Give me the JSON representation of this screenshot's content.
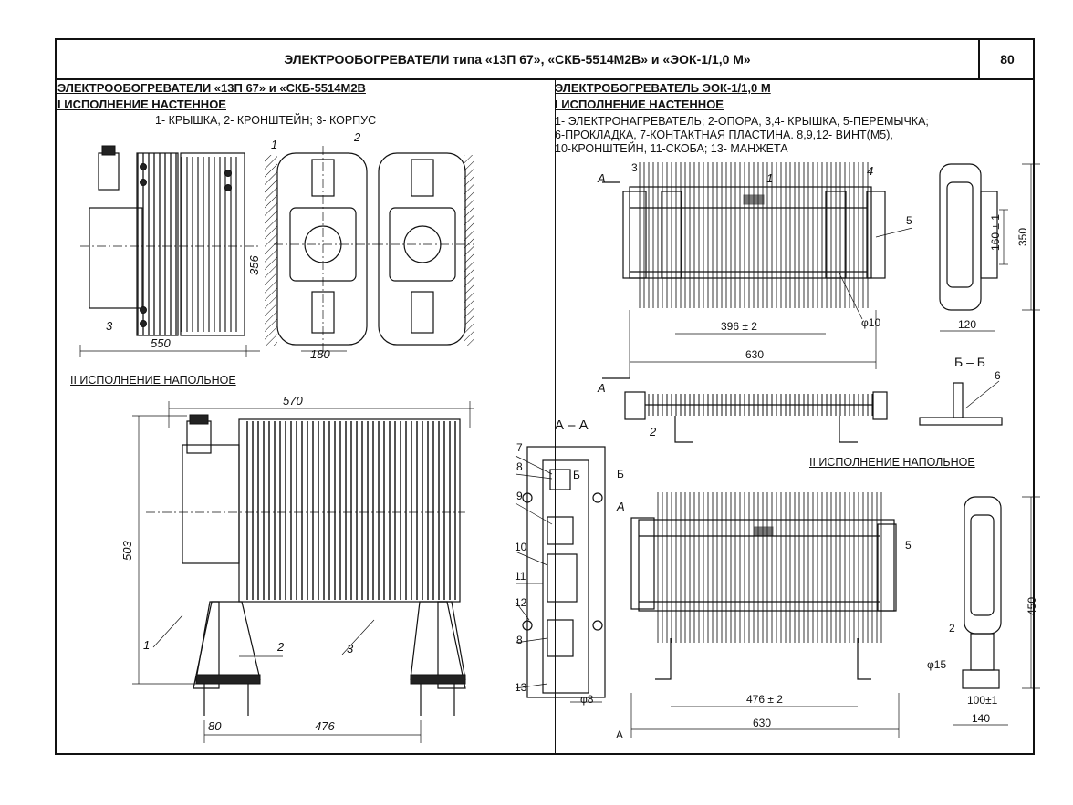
{
  "header": {
    "title": "ЭЛЕКТРООБОГРЕВАТЕЛИ типа «13П 67», «СКБ-5514М2В» и «ЭОК-1/1,0 М»",
    "page_number": "80"
  },
  "left": {
    "heading": "ЭЛЕКТРООБОГРЕВАТЕЛИ «13П 67» и «СКБ-5514М2В",
    "wall_heading": "I ИСПОЛНЕНИЕ НАСТЕННОЕ",
    "wall_legend": "1- КРЫШКА, 2- КРОНШТЕЙН; 3- КОРПУС",
    "floor_heading": "II ИСПОЛНЕНИЕ НАПОЛЬНОЕ",
    "dims": {
      "w550": "550",
      "h356": "356",
      "w180": "180",
      "w570": "570",
      "h503": "503",
      "d80": "80",
      "d476": "476"
    },
    "callouts": {
      "c1": "1",
      "c2": "2",
      "c3": "3"
    }
  },
  "right": {
    "heading": "ЭЛЕКТРОБОГРЕВАТЕЛЬ ЭОК-1/1,0 М",
    "wall_heading": "I ИСПОЛНЕНИЕ НАСТЕННОЕ",
    "legend": [
      "1- ЭЛЕКТРОНАГРЕВАТЕЛЬ; 2-ОПОРА, 3,4- КРЫШКА, 5-ПЕРЕМЫЧКА;",
      "6-ПРОКЛАДКА, 7-КОНТАКТНАЯ ПЛАСТИНА. 8,9,12- ВИНТ(М5),",
      "10-КРОНШТЕЙН, 11-СКОБА; 13- МАНЖЕТА"
    ],
    "floor_heading": "II ИСПОЛНЕНИЕ НАПОЛЬНОЕ",
    "section_aa": "А – А",
    "section_bb": "Б – Б",
    "marks": {
      "a": "А",
      "b": "Б"
    },
    "dims": {
      "d396": "396 ± 2",
      "d630": "630",
      "d630b": "630",
      "d476": "476 ± 2",
      "h350": "350",
      "h160": "160 ± 1",
      "w120": "120",
      "h450": "450",
      "w140": "140",
      "d100": "100±1",
      "phi15": "φ15",
      "phi8": "φ8",
      "phi10": "φ10"
    },
    "callouts": [
      "1",
      "2",
      "3",
      "4",
      "5",
      "6",
      "7",
      "8",
      "9",
      "10",
      "11",
      "12",
      "13"
    ]
  }
}
